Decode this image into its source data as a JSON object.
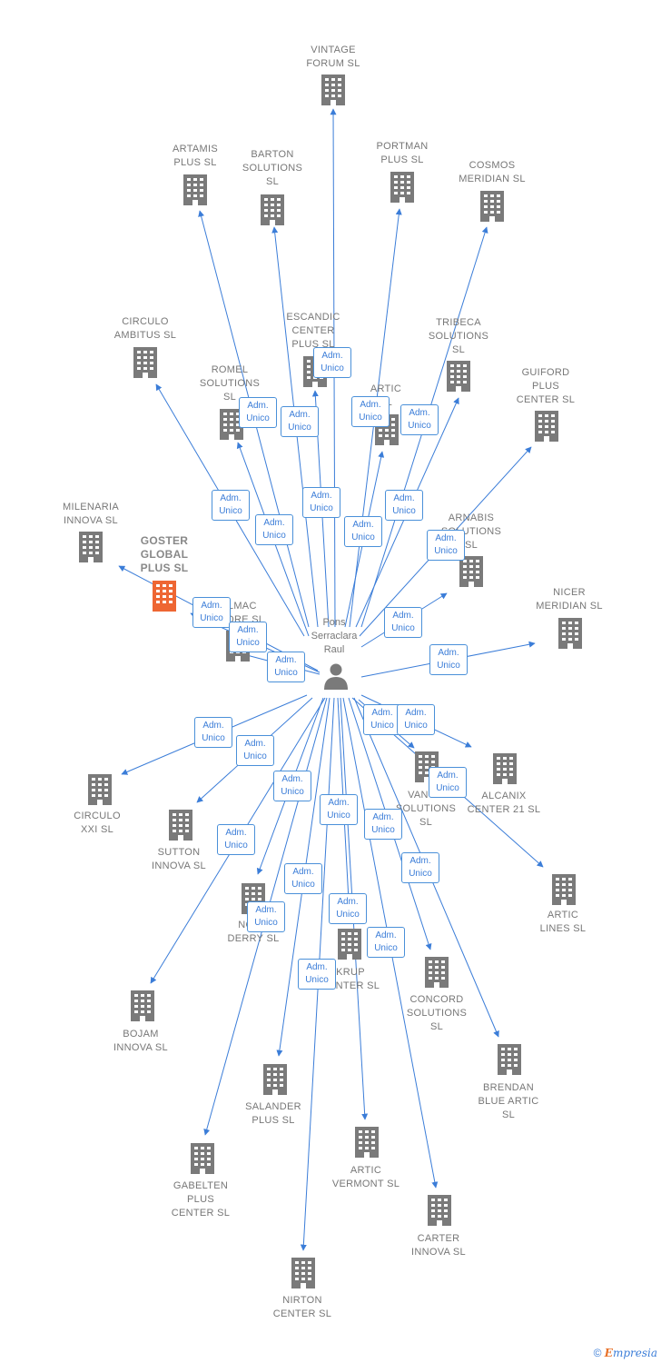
{
  "colors": {
    "edge": "#3b7dd8",
    "building": "#7a7a7a",
    "focus_building": "#ee6633",
    "label": "#777777"
  },
  "center": {
    "label": "Pons\nSerraclara\nRaul",
    "icon": "person-icon"
  },
  "role_text": "Adm.\nUnico",
  "companies": [
    {
      "id": "vintage",
      "label": "VINTAGE\nFORUM SL"
    },
    {
      "id": "artamis",
      "label": "ARTAMIS\nPLUS SL"
    },
    {
      "id": "barton",
      "label": "BARTON\nSOLUTIONS\nSL"
    },
    {
      "id": "portman",
      "label": "PORTMAN\nPLUS SL"
    },
    {
      "id": "cosmos",
      "label": "COSMOS\nMERIDIAN  SL"
    },
    {
      "id": "circulo-ambitus",
      "label": "CIRCULO\nAMBITUS SL"
    },
    {
      "id": "escandic",
      "label": "ESCANDIC\nCENTER\nPLUS SL"
    },
    {
      "id": "tribeca",
      "label": "TRIBECA\nSOLUTIONS\nSL"
    },
    {
      "id": "romel",
      "label": "ROMEL\nSOLUTIONS\nSL"
    },
    {
      "id": "artic-center",
      "label": "ARTIC\n  SL"
    },
    {
      "id": "guiford",
      "label": "GUIFORD\nPLUS\nCENTER SL"
    },
    {
      "id": "milenaria",
      "label": "MILENARIA\nINNOVA SL"
    },
    {
      "id": "goster",
      "label": "GOSTER\nGLOBAL\nPLUS  SL",
      "focus": true
    },
    {
      "id": "arnabis",
      "label": "ARNABIS\nSOLUTIONS\nSL"
    },
    {
      "id": "almac",
      "label": "ALMAC\nSTORE SL"
    },
    {
      "id": "nicer",
      "label": "NICER\nMERIDIAN  SL"
    },
    {
      "id": "circulo-xxi",
      "label": "CIRCULO\nXXI SL"
    },
    {
      "id": "vanco",
      "label": "VANCO\nSOLUTIONS\nSL"
    },
    {
      "id": "alcanix",
      "label": "ALCANIX\nCENTER 21 SL"
    },
    {
      "id": "sutton",
      "label": "SUTTON\nINNOVA SL"
    },
    {
      "id": "artic-lines",
      "label": "ARTIC\nLINES SL"
    },
    {
      "id": "norderry",
      "label": "NORD\nDERRY SL"
    },
    {
      "id": "krup",
      "label": "KRUP\nCENTER SL"
    },
    {
      "id": "concord",
      "label": "CONCORD\nSOLUTIONS\nSL"
    },
    {
      "id": "bojam",
      "label": "BOJAM\nINNOVA  SL"
    },
    {
      "id": "brendan",
      "label": "BRENDAN\nBLUE ARTIC\nSL"
    },
    {
      "id": "salander",
      "label": "SALANDER\nPLUS SL"
    },
    {
      "id": "artic-vermont",
      "label": "ARTIC\nVERMONT  SL"
    },
    {
      "id": "gabelten",
      "label": "GABELTEN\nPLUS\nCENTER SL"
    },
    {
      "id": "carter",
      "label": "CARTER\nINNOVA SL"
    },
    {
      "id": "nirton",
      "label": "NIRTON\nCENTER SL"
    }
  ],
  "footer": {
    "copyright": "©",
    "brand_initial": "E",
    "brand_rest": "mpresia"
  }
}
